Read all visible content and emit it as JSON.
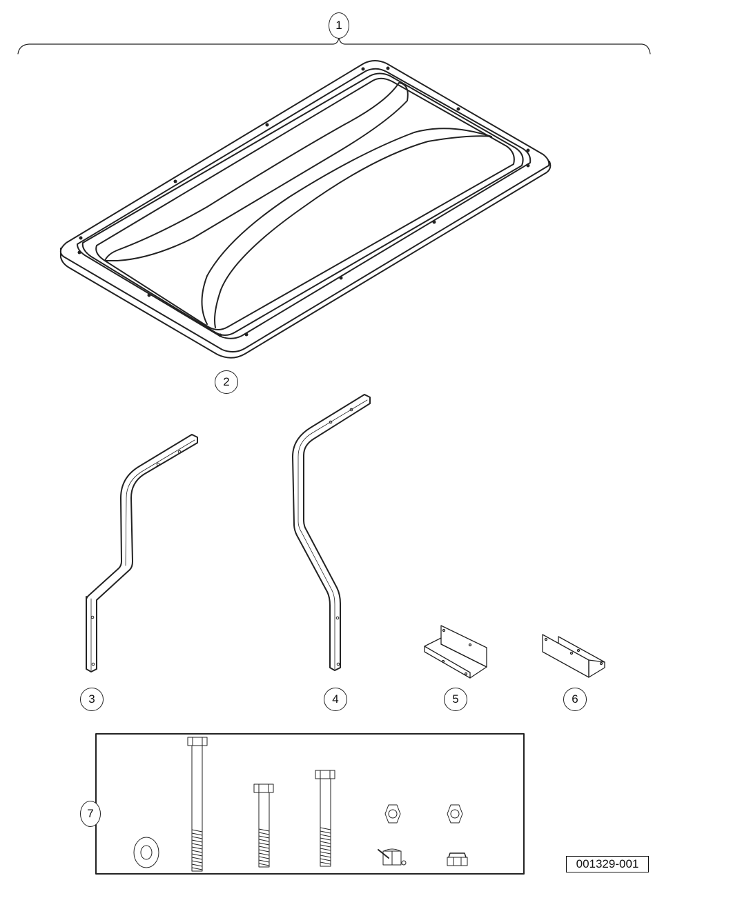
{
  "diagram": {
    "type": "exploded parts illustration",
    "figure_id": "001329-001",
    "callouts": [
      {
        "number": "1",
        "part": "Complete assembly (bracket spans all parts)"
      },
      {
        "number": "2",
        "part": "Roof / canopy panel"
      },
      {
        "number": "3",
        "part": "Support strut (short offset)"
      },
      {
        "number": "4",
        "part": "Support strut (long)"
      },
      {
        "number": "5",
        "part": "Channel bracket"
      },
      {
        "number": "6",
        "part": "Channel bracket"
      },
      {
        "number": "7",
        "part": "Hardware kit"
      }
    ],
    "hardware_items": [
      "flat-washer",
      "hex-bolt-long",
      "hex-bolt-short",
      "hex-bolt-medium",
      "hex-nut",
      "hex-nut",
      "lock-nut-with-pin",
      "nylon-lock-nut"
    ],
    "colors": {
      "line": "#222222",
      "background": "#ffffff"
    }
  }
}
